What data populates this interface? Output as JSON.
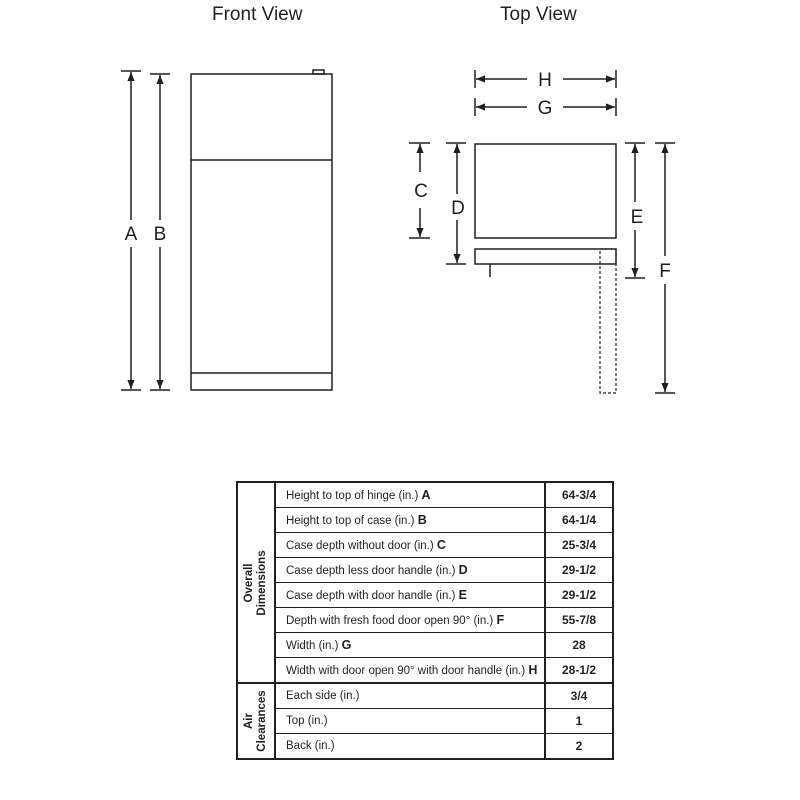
{
  "views": {
    "front_title": "Front View",
    "top_title": "Top View"
  },
  "dimension_letters": {
    "a": "A",
    "b": "B",
    "c": "C",
    "d": "D",
    "e": "E",
    "f": "F",
    "g": "G",
    "h": "H"
  },
  "table": {
    "overall_group": "Overall\nDimensions",
    "air_group": "Air\nClearances",
    "overall_rows": [
      {
        "label": "Height to top of hinge (in.)",
        "letter": "A",
        "value": "64-3/4"
      },
      {
        "label": "Height to top of case (in.)",
        "letter": "B",
        "value": "64-1/4"
      },
      {
        "label": "Case depth without door (in.)",
        "letter": "C",
        "value": "25-3/4"
      },
      {
        "label": "Case depth less door handle (in.)",
        "letter": "D",
        "value": "29-1/2"
      },
      {
        "label": "Case depth with door handle (in.)",
        "letter": "E",
        "value": "29-1/2"
      },
      {
        "label": "Depth with fresh food door open 90° (in.)",
        "letter": "F",
        "value": "55-7/8"
      },
      {
        "label": "Width (in.)",
        "letter": "G",
        "value": "28"
      },
      {
        "label": "Width with door open 90° with door handle (in.)",
        "letter": "H",
        "value": "28-1/2"
      }
    ],
    "air_rows": [
      {
        "label": "Each side (in.)",
        "letter": "",
        "value": "3/4"
      },
      {
        "label": "Top (in.)",
        "letter": "",
        "value": "1"
      },
      {
        "label": "Back (in.)",
        "letter": "",
        "value": "2"
      }
    ]
  }
}
